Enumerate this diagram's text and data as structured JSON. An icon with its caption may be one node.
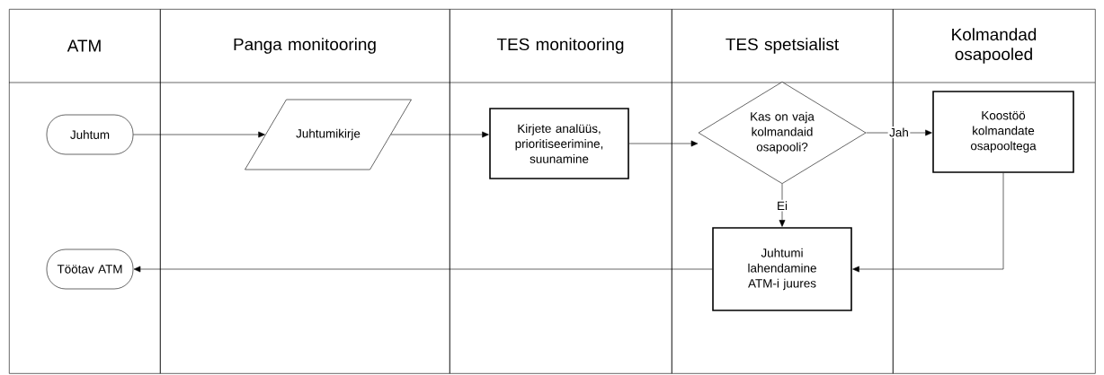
{
  "diagram": {
    "nodes": [
      {
        "text": [
          "ATM"
        ]
      },
      {
        "text": [
          "Panga monitooring"
        ]
      },
      {
        "text": [
          "TES monitooring"
        ]
      },
      {
        "text": [
          "TES spetsialist"
        ]
      },
      {
        "text": [
          "Kolmandad osapooled"
        ]
      },
      {
        "text": [
          "Juhtum"
        ],
        "in": 0
      },
      {
        "text": [
          "Juhtumikirje"
        ],
        "in": 1
      },
      {
        "text": [
          "Kirjete analüüs, prioritiseerimine, suunamine"
        ],
        "in": 2
      },
      {
        "text": [
          "Kas on vaja kolmandaid osapooli?"
        ],
        "in": 3
      },
      {
        "text": [
          "Koostöö kolmandate osapooltega"
        ],
        "in": 4
      },
      {
        "text": [
          "Juhtumi lahendamine ATM-i juures"
        ],
        "in": 3
      },
      {
        "text": [
          "Töötav ATM"
        ],
        "in": 0
      }
    ],
    "edges": [
      {
        "from": 5,
        "to": 6,
        "arrow": "to"
      },
      {
        "from": 6,
        "to": 7,
        "arrow": "to"
      },
      {
        "from": 7,
        "to": 8,
        "arrow": "to"
      },
      {
        "from": 8,
        "to": 9,
        "arrow": "to",
        "label": "Jah"
      },
      {
        "from": 8,
        "to": 10,
        "arrow": "to",
        "label": "Ei"
      },
      {
        "from": 9,
        "to": 10,
        "arrow": "to"
      },
      {
        "from": 10,
        "to": 11,
        "arrow": "to"
      }
    ]
  }
}
